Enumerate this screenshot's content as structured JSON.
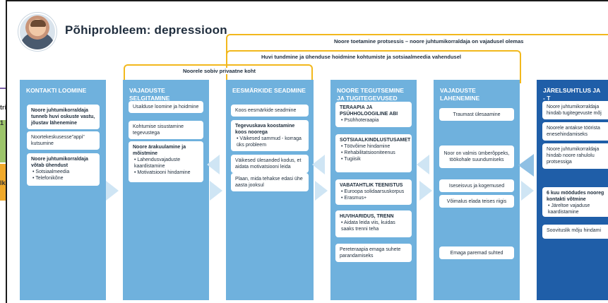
{
  "title": "Põhiprobleem: depressioon",
  "left_strip": {
    "text_a": "tri",
    "text_b": "1",
    "text_c": "lk"
  },
  "brackets": {
    "top": "Noore toetamine protsessis – noore juhtumikorraldaja on vajadusel olemas",
    "middle": "Huvi tundmine ja ühenduse hoidmine kohtumiste ja sotsiaalmeedia vahendusel",
    "low": "Noorele sobiv privaatne koht"
  },
  "columns": [
    {
      "heading": "KONTAKTI LOOMINE",
      "cards": [
        {
          "title": "Noore juhtumikorraldaja tunneb huvi oskuste vastu, jõustav lähenemine",
          "items": []
        },
        {
          "title": "",
          "text": "Noortekeskusesse\"appi\" kutsumine",
          "items": []
        },
        {
          "title": "Noore juhtumikorraldaja võtab ühendust",
          "items": [
            "• Sotsiaalmeedia",
            "• Telefonikõne"
          ]
        }
      ]
    },
    {
      "heading": "VAJADUSTE SELGITAMINE",
      "cards": [
        {
          "title": "",
          "text": "Usalduse loomine ja hoidmine",
          "items": []
        },
        {
          "title": "",
          "text": "Kohtumise sisustamine tegevustega",
          "items": []
        },
        {
          "title": "Noore ärakuulamine ja mõistmine",
          "items": [
            "• Lahendusvajaduste kaardistamine",
            "• Motivatsiooni hindamine"
          ]
        }
      ]
    },
    {
      "heading": "EESMÄRKIDE SEADMINE",
      "cards": [
        {
          "title": "",
          "text": "Koos eesmärkide seadmine",
          "items": []
        },
        {
          "title": "Tegevuskava koostamine koos noorega",
          "items": [
            "• Väikesed sammud - korraga üks probleem"
          ]
        },
        {
          "title": "",
          "text": "Väikesed ülesanded kodus, et aidata motivatsiooni leida",
          "items": []
        },
        {
          "title": "",
          "text": "Plaan, mida tehakse edasi ühe aasta jooksul",
          "items": []
        }
      ]
    },
    {
      "heading": "NOORE TEGUTSEMINE JA TUGITEGEVUSED",
      "cards": [
        {
          "title": "TERAAPIA JA PSÜHHOLOOGILINE ABI",
          "items": [
            "• Psühhoteraapia"
          ]
        },
        {
          "title": "SOTSIAALKINDLUSTUSAMET",
          "items": [
            "• Töövõime hindamine",
            "• Rehabilitatsiooniteenus",
            "• Tugiisik"
          ]
        },
        {
          "title": "VABATAHTLIK TEENISTUS",
          "items": [
            "• Euroopa solidaarsuskorpus",
            "• Erasmus+"
          ]
        },
        {
          "title": "HUVIHARIDUS, TRENN",
          "items": [
            "• Aidata leida viis, kuidas saaks trenni teha"
          ]
        },
        {
          "title": "",
          "text": "Pereteraapia emaga suhete parandamiseks",
          "items": []
        }
      ]
    },
    {
      "heading": "VAJADUSTE LAHENEMINE",
      "cards": [
        {
          "title": "",
          "text": "Traumast ülesaamine",
          "items": []
        },
        {
          "title": "",
          "text": "Noor on valmis ümberõppeks, töökohale suundumiseks",
          "items": []
        },
        {
          "title": "",
          "text": "Iseseisvus ja kogemused",
          "items": []
        },
        {
          "title": "",
          "text": "Võimalus elada teises riigis",
          "items": []
        },
        {
          "title": "",
          "text": "Emaga paremad suhted",
          "items": []
        }
      ]
    },
    {
      "heading": "JÄRELSUHTLUS JA - T",
      "cards": [
        {
          "title": "",
          "text": "Noore juhtumikorraldaja hindab tugitegevuste mõj",
          "items": []
        },
        {
          "title": "",
          "text": "Noorele antakse töörista enesehindamiseks",
          "items": []
        },
        {
          "title": "",
          "text": "Noore juhtumikorraldaja hindab noore rahulolu protsessiga",
          "items": []
        },
        {
          "title": "6 kuu möödudes nooreg kontakti võtmine",
          "items": [
            "• Järeltoe vajaduse kaardistamine"
          ]
        },
        {
          "title": "",
          "text": "Soovituslik mõju hindami",
          "items": []
        }
      ]
    }
  ]
}
